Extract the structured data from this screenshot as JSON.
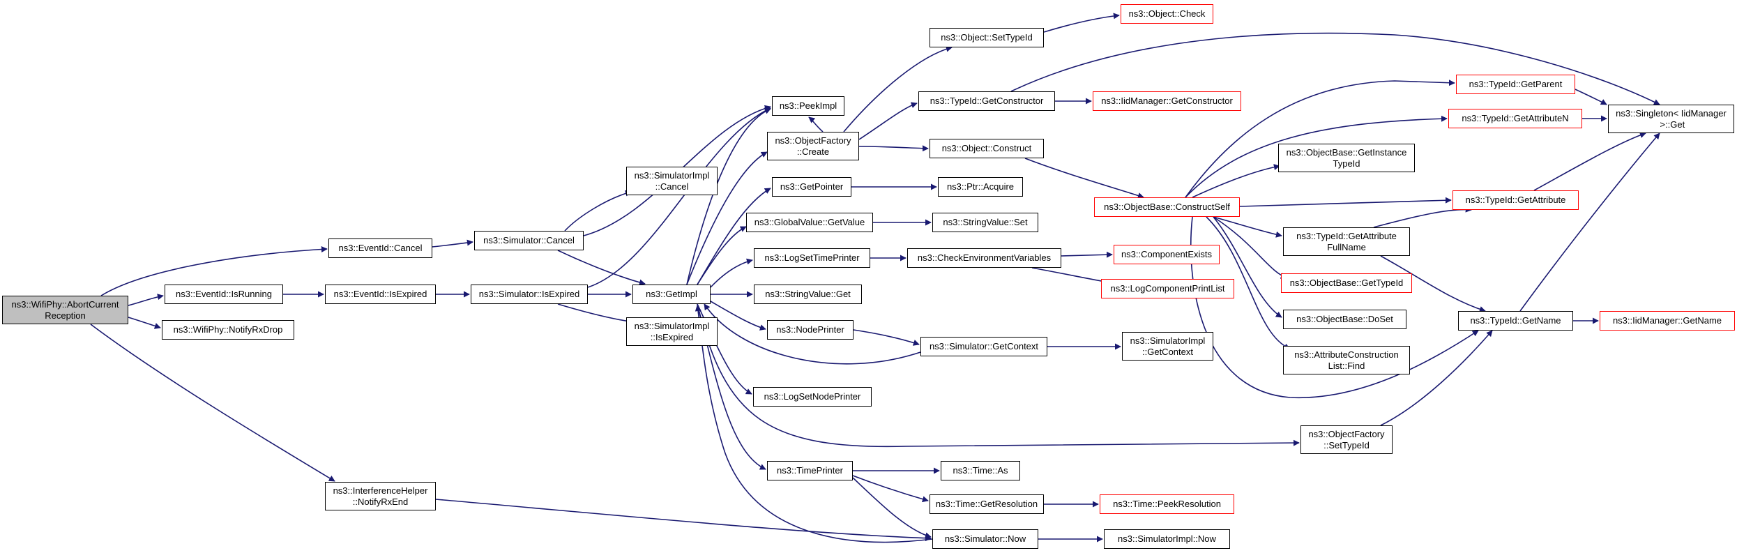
{
  "graph": {
    "colors": {
      "edge": "#191970",
      "ext_border": "#ff0000",
      "root_fill": "#bfbfbf",
      "node_border": "#000000"
    },
    "nodes": {
      "root": "ns3::WifiPhy::AbortCurrent\nReception",
      "eventid_cancel": "ns3::EventId::Cancel",
      "eventid_isrunning": "ns3::EventId::IsRunning",
      "notifyrxdrop": "ns3::WifiPhy::NotifyRxDrop",
      "interference_notifyrxend": "ns3::InterferenceHelper\n::NotifyRxEnd",
      "eventid_isexpired": "ns3::EventId::IsExpired",
      "sim_cancel": "ns3::Simulator::Cancel",
      "sim_isexpired": "ns3::Simulator::IsExpired",
      "simimpl_cancel": "ns3::SimulatorImpl\n::Cancel",
      "simimpl_isexpired": "ns3::SimulatorImpl\n::IsExpired",
      "getimpl": "ns3::GetImpl",
      "peekimpl": "ns3::PeekImpl",
      "objfactory_create": "ns3::ObjectFactory\n::Create",
      "getpointer": "ns3::GetPointer",
      "globalvalue_getvalue": "ns3::GlobalValue::GetValue",
      "logsettimeprinter": "ns3::LogSetTimePrinter",
      "stringvalue_get": "ns3::StringValue::Get",
      "nodeprinter": "ns3::NodePrinter",
      "logsetnodeprinter": "ns3::LogSetNodePrinter",
      "timeprinter": "ns3::TimePrinter",
      "object_settypeid": "ns3::Object::SetTypeId",
      "typeid_getconstructor": "ns3::TypeId::GetConstructor",
      "object_construct": "ns3::Object::Construct",
      "ptr_acquire": "ns3::Ptr::Acquire",
      "stringvalue_set": "ns3::StringValue::Set",
      "checkenv": "ns3::CheckEnvironmentVariables",
      "sim_getcontext": "ns3::Simulator::GetContext",
      "time_as": "ns3::Time::As",
      "time_getresolution": "ns3::Time::GetResolution",
      "sim_now": "ns3::Simulator::Now",
      "object_check": "ns3::Object::Check",
      "iidmanager_getconstructor": "ns3::IidManager::GetConstructor",
      "objbase_constructself": "ns3::ObjectBase::ConstructSelf",
      "componentexists": "ns3::ComponentExists",
      "logcomponentprintlist": "ns3::LogComponentPrintList",
      "simimpl_getcontext": "ns3::SimulatorImpl\n::GetContext",
      "time_peekresolution": "ns3::Time::PeekResolution",
      "simimpl_now": "ns3::SimulatorImpl::Now",
      "objfactory_settypeid": "ns3::ObjectFactory\n::SetTypeId",
      "typeid_getparent": "ns3::TypeId::GetParent",
      "typeid_getattributen": "ns3::TypeId::GetAttributeN",
      "objbase_getinstancetypeid": "ns3::ObjectBase::GetInstance\nTypeId",
      "typeid_getattribute": "ns3::TypeId::GetAttribute",
      "typeid_getattributefullname": "ns3::TypeId::GetAttribute\nFullName",
      "objbase_gettypeid": "ns3::ObjectBase::GetTypeId",
      "objbase_doset": "ns3::ObjectBase::DoSet",
      "attrconstructionlist_find": "ns3::AttributeConstruction\nList::Find",
      "typeid_getname": "ns3::TypeId::GetName",
      "singleton_get": "ns3::Singleton< IidManager\n >::Get",
      "iidmanager_getname": "ns3::IidManager::GetName"
    }
  }
}
